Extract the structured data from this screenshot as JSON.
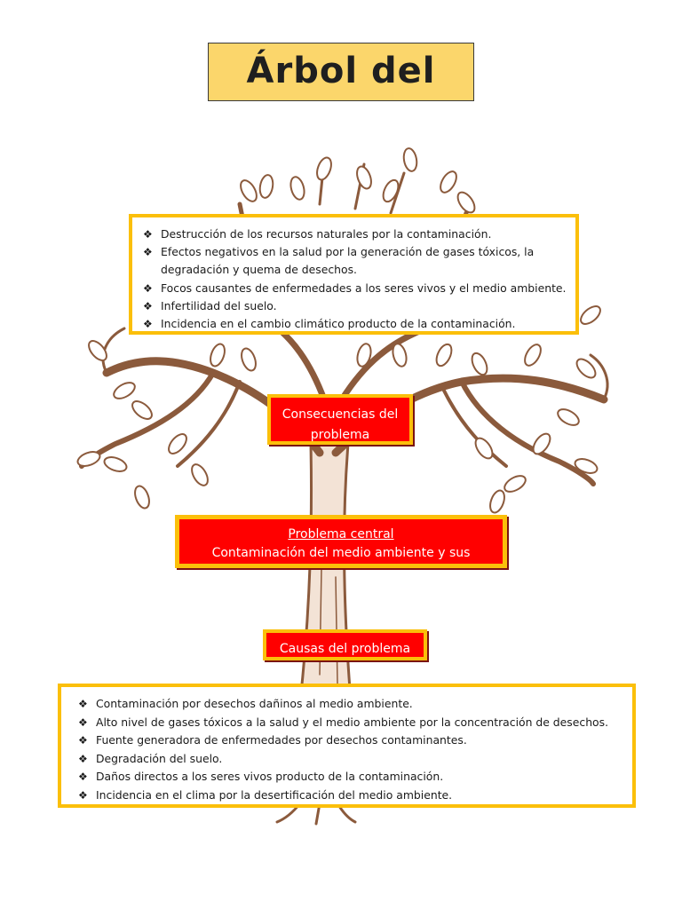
{
  "title": "Árbol del",
  "consequences": {
    "items": [
      "Destrucción de los recursos naturales por la contaminación.",
      "Efectos negativos en la salud por la generación de gases tóxicos, la degradación y quema de desechos.",
      "Focos causantes de enfermedades a los seres vivos y el medio ambiente.",
      "Infertilidad del suelo.",
      "Incidencia en el cambio climático producto de la contaminación."
    ]
  },
  "consequences_label": "Consecuencias del problema",
  "central": {
    "title": "Problema central",
    "text": "Contaminación del medio ambiente y sus"
  },
  "causes_label": "Causas del problema",
  "causes": {
    "items": [
      "Contaminación por desechos dañinos al medio ambiente.",
      "Alto nivel de gases tóxicos a la salud y el medio ambiente por la concentración de desechos.",
      "Fuente generadora de enfermedades por desechos contaminantes.",
      "Degradación del suelo.",
      "Daños directos a los seres vivos producto de la contaminación.",
      "Incidencia en el clima por la desertificación del medio ambiente."
    ]
  },
  "colors": {
    "title_bg": "#fbd66b",
    "box_border": "#fbbf0a",
    "label_bg": "#ff0000",
    "tree": "#8b5a3c"
  },
  "icons": {
    "bullet": "diamond-bullet-icon",
    "background": "tree-illustration"
  }
}
